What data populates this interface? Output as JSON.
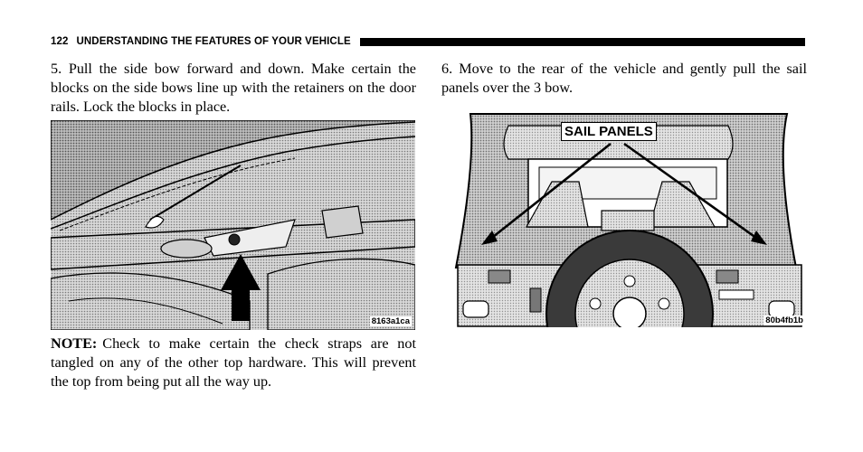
{
  "header": {
    "page_number": "122",
    "section_title": "UNDERSTANDING THE FEATURES OF YOUR VEHICLE"
  },
  "step5": {
    "text": "5.  Pull the side bow forward and down. Make certain the blocks on the side bows line up with the retainers on the door rails. Lock the blocks in place."
  },
  "figure1": {
    "code": "8163a1ca"
  },
  "note": {
    "label": "NOTE:",
    "text": "Check to make certain the check straps are not tangled on any of the other top hardware. This will prevent the top from being put all the way up."
  },
  "step6": {
    "text": "6.  Move to the rear of the vehicle and gently pull the sail panels over the 3 bow."
  },
  "figure2": {
    "callout": "SAIL PANELS",
    "code": "80b4fb1b"
  }
}
